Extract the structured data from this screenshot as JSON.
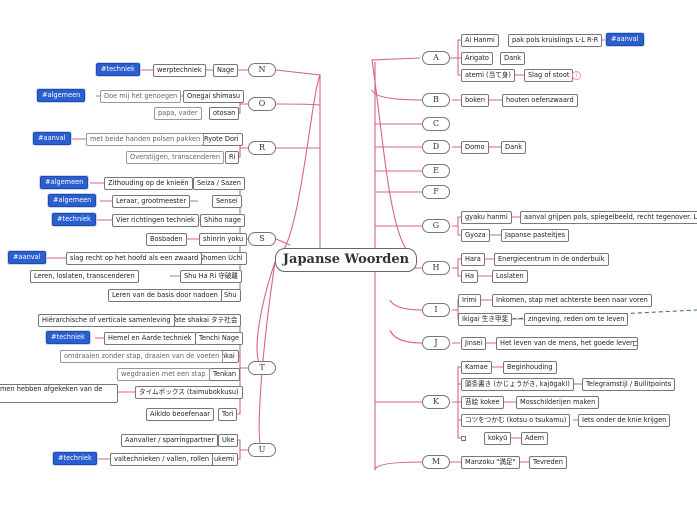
{
  "title": "Japanse Woorden",
  "colors": {
    "line": "#d76480",
    "tag": "#2b5fd0"
  },
  "right": {
    "A": {
      "letter": "A",
      "items": [
        "Ai Hanmi",
        "pak pols kruislings L-L R-R",
        "#aanval",
        "Arigato",
        "Dank",
        "atemi (当て身)",
        "Slag of stoot"
      ]
    },
    "B": {
      "letter": "B",
      "items": [
        "boken",
        "houten oefenzwaard"
      ]
    },
    "C": {
      "letter": "C"
    },
    "D": {
      "letter": "D",
      "items": [
        "Domo",
        "Dank"
      ]
    },
    "E": {
      "letter": "E"
    },
    "F": {
      "letter": "F"
    },
    "G": {
      "letter": "G",
      "items": [
        "gyaku hanmi",
        "aanval grijpen pols, spiegelbeeld, recht tegenover. L-R R-L",
        "Gyoza",
        "Japanse pasteitjes"
      ]
    },
    "H": {
      "letter": "H",
      "items": [
        "Hara",
        "Energiecentrum in de onderbuik",
        "Ha",
        "Loslaten"
      ]
    },
    "I": {
      "letter": "I",
      "items": [
        "Irimi",
        "Inkomen, stap met achterste been naar voren",
        "Ikigai 生き甲斐",
        "zingeving, reden om te leven"
      ]
    },
    "J": {
      "letter": "J",
      "items": [
        "Jinsei",
        "Het leven van de mens, het goede leven"
      ]
    },
    "K": {
      "letter": "K",
      "items": [
        "Kamae",
        "Beginhouding",
        "頭条書き (かじょうがき, kajōgaki)",
        "Telegramstijl / Bullitpoints",
        "苔絵 kokee",
        "Mosschilderijen maken",
        "コツをつかむ (kotsu o tsukamu)",
        "Iets onder de knie krijgen",
        "kokyū",
        "Adem"
      ]
    },
    "M": {
      "letter": "M",
      "items": [
        "Manzoku \"満足\"",
        "Tevreden"
      ]
    }
  },
  "left": {
    "N": {
      "letter": "N",
      "items": [
        "Nage",
        "werptechniek",
        "#techniek"
      ]
    },
    "O": {
      "letter": "O",
      "items": [
        "Onegai shimasu",
        "Doe mij het genoegen",
        "#algemeen",
        "otosan",
        "papa, vader"
      ]
    },
    "R": {
      "letter": "R",
      "items": [
        "Ryote Dori",
        "met beide handen polsen pakken",
        "#aanval",
        "Ri",
        "Overstijgen, transcenderen"
      ]
    },
    "S": {
      "letter": "S",
      "items": [
        "Seiza / Sazen",
        "Zithouding op de knieën",
        "#algemeen",
        "Sensei",
        "Leraar, grootmeester",
        "#algemeen",
        "Shiho nage",
        "Vier richtingen techniek",
        "#techniek",
        "shinrin yoku",
        "Bosbaden",
        "Shomen Uchi",
        "slag recht op het hoofd als een zwaard",
        "#aanval",
        "Shu Ha Ri 守破離",
        "Leren, loslaten, transcenderen",
        "Shu",
        "Leren van de basis door nadoen"
      ]
    },
    "T": {
      "letter": "T",
      "items": [
        "Tate shakai タテ社会",
        "Hiërarchische of verticale samenleving",
        "Tenchi Nage",
        "Hemel en Aarde techniek",
        "#techniek",
        "Tenkai",
        "omdraaien zonder stap, draaien van de voeten",
        "Tenkan",
        "wegdraaien met een stap",
        "タイムボックス (taimubokkusu)",
        "men hebben afgekeken van de",
        "Aikido beoefenaar",
        "Tori"
      ]
    },
    "U": {
      "letter": "U",
      "items": [
        "Uke",
        "Aanvaller / sparringpartner",
        "ukemi",
        "valtechnieken / vallen, rollen",
        "#techniek"
      ]
    }
  }
}
